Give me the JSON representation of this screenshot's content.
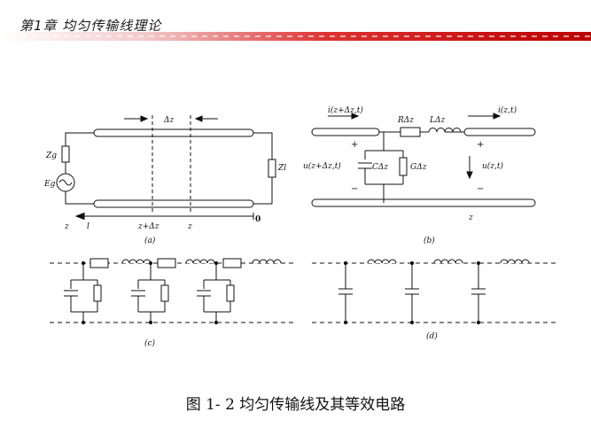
{
  "header": {
    "chapter_title": "第1章 均匀传输线理论",
    "bar_color": "#c00000"
  },
  "figure_a": {
    "delta_z": "Δz",
    "zg": "Zg",
    "eg": "Eg",
    "zl": "Zl",
    "axis_z": "z",
    "axis_l": "l",
    "axis_z_plus_dz": "z+Δz",
    "axis_z2": "z",
    "axis_zero": "0",
    "sub_label": "(a)"
  },
  "figure_b": {
    "i_left": "i(z+Δz,t)",
    "i_right": "i(z,t)",
    "r": "RΔz",
    "l": "LΔz",
    "c": "CΔz",
    "g": "GΔz",
    "u_left": "u(z+Δz,t)",
    "u_right": "u(z,t)",
    "plus": "+",
    "minus": "−",
    "axis_z": "z",
    "sub_label": "(b)"
  },
  "figure_c": {
    "sub_label": "(c)"
  },
  "figure_d": {
    "sub_label": "(d)"
  },
  "caption": "图 1- 2  均匀传输线及其等效电路"
}
